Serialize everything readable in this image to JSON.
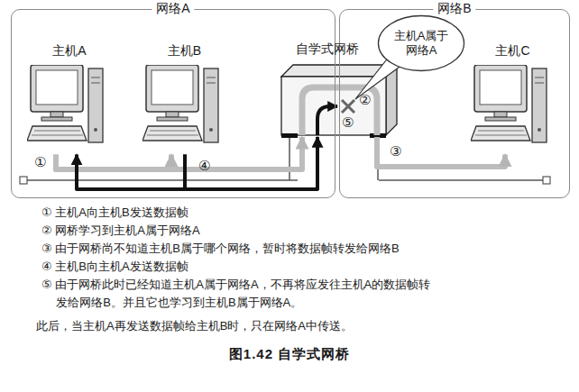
{
  "diagram": {
    "caption": "图1.42 自学式网桥",
    "nodes": [
      {
        "text": [
          "网络A"
        ]
      },
      {
        "text": [
          "网络B"
        ]
      },
      {
        "text": [
          "主机A"
        ],
        "in": 0
      },
      {
        "text": [
          "主机B"
        ],
        "in": 0
      },
      {
        "text": [
          "自学式网桥"
        ]
      },
      {
        "text": [
          "主机A属于 网络A"
        ]
      },
      {
        "text": [
          "主机C"
        ],
        "in": 1
      }
    ],
    "edges": [
      {
        "from": 2,
        "to": 3,
        "arrow": "to"
      },
      {
        "from": 2,
        "to": 4,
        "arrow": "to"
      },
      {
        "from": 3,
        "to": 2,
        "arrow": "to"
      },
      {
        "from": 3,
        "to": 4,
        "arrow": "to"
      },
      {
        "from": 4,
        "to": 6,
        "arrow": "to"
      }
    ],
    "labels": [
      "①",
      "②",
      "③",
      "④",
      "⑤",
      "① 主机A向主机B发送数据帧",
      "② 网桥学习到主机A属于网络A",
      "③ 由于网桥尚不知道主机B属于哪个网络，暂时将数据帧转发给网络B",
      "④ 主机B向主机A发送数据帧",
      "⑤ 由于网桥此时已经知道主机A属于网络A，不再将应发往主机A的数据帧转发给网络B。并且它也学习到主机B属于网络A。",
      "此后，当主机A再发送数据帧给主机B时，只在网络A中传送。"
    ]
  }
}
